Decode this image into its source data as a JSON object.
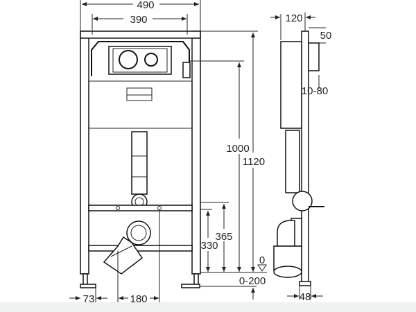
{
  "drawing": {
    "dimensions": {
      "total_width": "490",
      "inner_width": "390",
      "height_flush": "1000",
      "total_height": "1120",
      "rail_height": "365",
      "outlet_height": "330",
      "floor_ref": "0",
      "foot_adjust": "0-200",
      "foot_offset": "73",
      "outlet_spacing": "180",
      "depth": "120",
      "plate_offset": "50",
      "wall_range": "10-80",
      "foot_depth": "48"
    },
    "colors": {
      "line": "#222222",
      "footer": "#eef2f1"
    }
  }
}
